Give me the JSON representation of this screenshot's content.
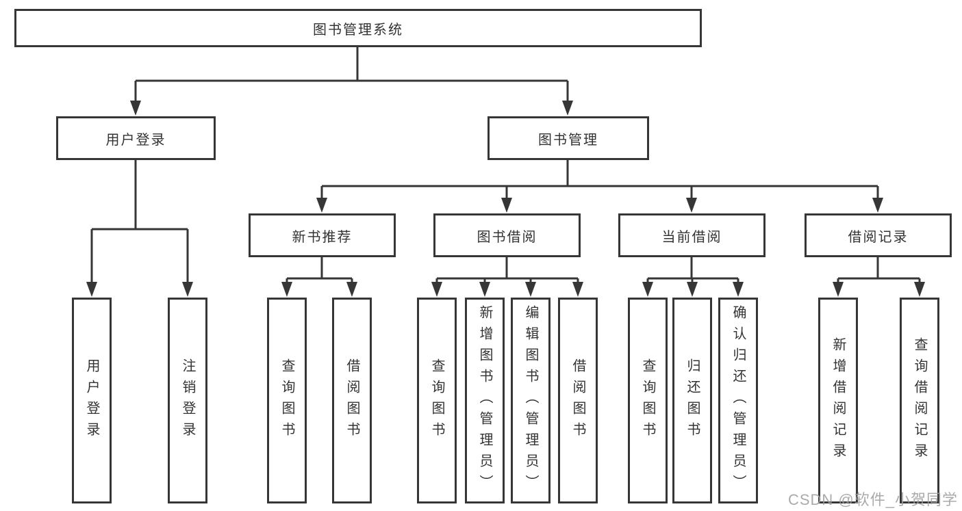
{
  "diagram": {
    "root": {
      "label": "图书管理系统",
      "children": [
        {
          "label": "用户登录",
          "children": [
            {
              "label": "用户登录"
            },
            {
              "label": "注销登录"
            }
          ]
        },
        {
          "label": "图书管理",
          "children": [
            {
              "label": "新书推荐",
              "children": [
                {
                  "label": "查询图书"
                },
                {
                  "label": "借阅图书"
                }
              ]
            },
            {
              "label": "图书借阅",
              "children": [
                {
                  "label": "查询图书"
                },
                {
                  "label": "新增图书（管理员）"
                },
                {
                  "label": "编辑图书（管理员）"
                },
                {
                  "label": "借阅图书"
                }
              ]
            },
            {
              "label": "当前借阅",
              "children": [
                {
                  "label": "查询图书"
                },
                {
                  "label": "归还图书"
                },
                {
                  "label": "确认归还（管理员）"
                }
              ]
            },
            {
              "label": "借阅记录",
              "children": [
                {
                  "label": "新增借阅记录"
                },
                {
                  "label": "查询借阅记录"
                }
              ]
            }
          ]
        }
      ]
    }
  },
  "watermark": {
    "text": "CSDN @软件_小贺同学"
  },
  "colors": {
    "line": "#363636",
    "text": "#333333",
    "box_background": "#ffffff",
    "watermark": "#9e9e9e",
    "background": "#ffffff"
  }
}
